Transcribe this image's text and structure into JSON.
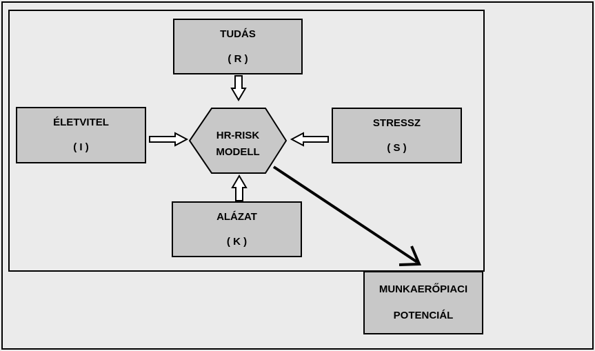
{
  "nodes": {
    "tudas": {
      "line1": "TUDÁS",
      "line2": "( R )"
    },
    "eletvitel": {
      "line1": "ÉLETVITEL",
      "line2": "( I )"
    },
    "stressz": {
      "line1": "STRESSZ",
      "line2": "( S )"
    },
    "alazat": {
      "line1": "ALÁZAT",
      "line2": "( K )"
    },
    "center": {
      "line1": "HR-RISK",
      "line2": "MODELL"
    },
    "output": {
      "line1": "MUNKAERŐPIACI",
      "line2": "POTENCIÁL"
    }
  },
  "colors": {
    "box_fill": "#c8c8c8",
    "background": "#ebebeb",
    "stroke": "#000000"
  }
}
